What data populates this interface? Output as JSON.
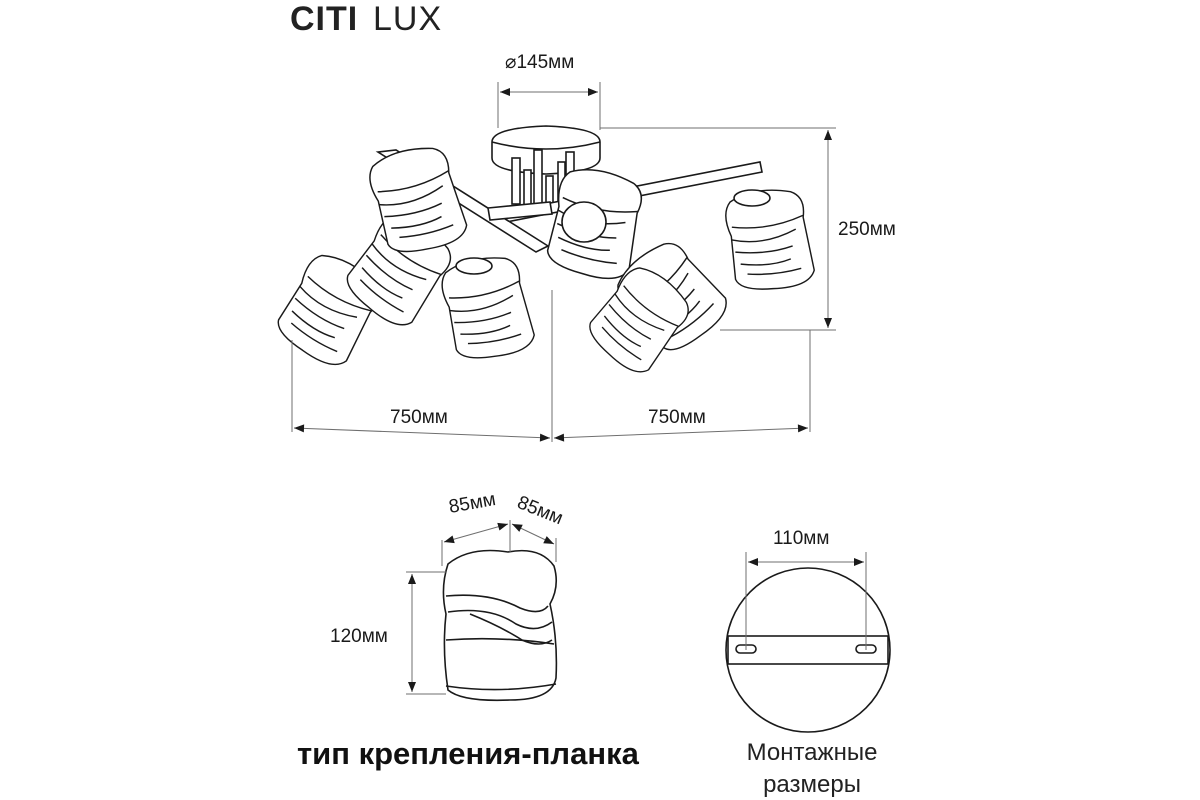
{
  "brand": {
    "bold": "CITI",
    "light": "LUX"
  },
  "dimensions": {
    "canopy_diameter": "⌀145мм",
    "height": "250мм",
    "span_left": "750мм",
    "span_right": "750мм",
    "shade_width_1": "85мм",
    "shade_width_2": "85мм",
    "shade_height": "120мм",
    "mount_width": "110мм"
  },
  "captions": {
    "mount_type": "тип крепления-планка",
    "mounting_line1": "Монтажные",
    "mounting_line2": "размеры"
  },
  "colors": {
    "ink": "#1a1a1a",
    "dim_line": "#6f6f6f",
    "background": "#ffffff"
  }
}
